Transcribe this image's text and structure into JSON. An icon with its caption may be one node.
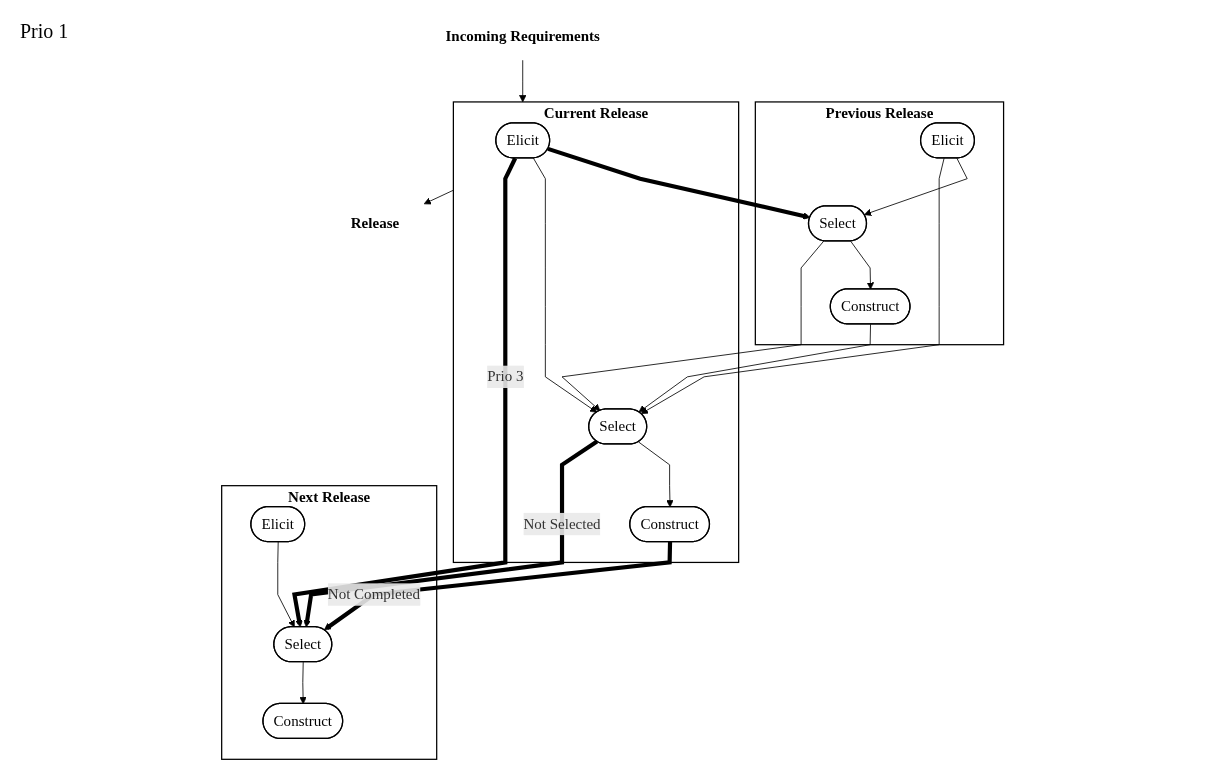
{
  "diagram": {
    "nodes": [
      {
        "text": [
          "Previous Release"
        ]
      },
      {
        "text": [
          "Elicit"
        ],
        "in": 0
      },
      {
        "text": [
          "Select"
        ],
        "in": 0
      },
      {
        "text": [
          "Construct"
        ],
        "in": 0
      },
      {
        "text": [
          "Incoming Requirements"
        ]
      },
      {
        "text": [
          "Current Release"
        ]
      },
      {
        "text": [
          "Elicit"
        ],
        "in": 5
      },
      {
        "text": [
          "Select"
        ],
        "in": 5
      },
      {
        "text": [
          "Construct"
        ],
        "in": 5
      },
      {
        "text": [
          "Release"
        ]
      },
      {
        "text": [
          "Next Release"
        ]
      },
      {
        "text": [
          "Elicit"
        ],
        "in": 10
      },
      {
        "text": [
          "Select"
        ],
        "in": 10
      },
      {
        "text": [
          "Construct"
        ],
        "in": 10
      }
    ],
    "edges": [
      {
        "from": 1,
        "to": 2,
        "arrow": "to"
      },
      {
        "from": 2,
        "to": 3,
        "arrow": "to"
      },
      {
        "from": 1,
        "to": 7,
        "arrow": "to"
      },
      {
        "from": 2,
        "to": 7,
        "arrow": "to"
      },
      {
        "from": 3,
        "to": 7,
        "arrow": "to"
      },
      {
        "from": 6,
        "to": 2,
        "arrow": "to",
        "style": "thick"
      },
      {
        "from": 4,
        "to": 5,
        "arrow": "to"
      },
      {
        "from": 6,
        "to": 7,
        "arrow": "to"
      },
      {
        "from": 7,
        "to": 8,
        "arrow": "to"
      },
      {
        "from": 5,
        "to": 9,
        "arrow": "to"
      },
      {
        "from": 6,
        "to": 12,
        "arrow": "to",
        "label": "Prio 3",
        "style": "thick"
      },
      {
        "from": 7,
        "to": 12,
        "arrow": "to",
        "label": "Not Selected",
        "style": "thick"
      },
      {
        "from": 8,
        "to": 12,
        "arrow": "to",
        "label": "Not Completed",
        "style": "thick"
      },
      {
        "from": 11,
        "to": 12,
        "arrow": "to"
      },
      {
        "from": 12,
        "to": 13,
        "arrow": "to"
      }
    ],
    "labels": [
      "Prio 1"
    ]
  }
}
